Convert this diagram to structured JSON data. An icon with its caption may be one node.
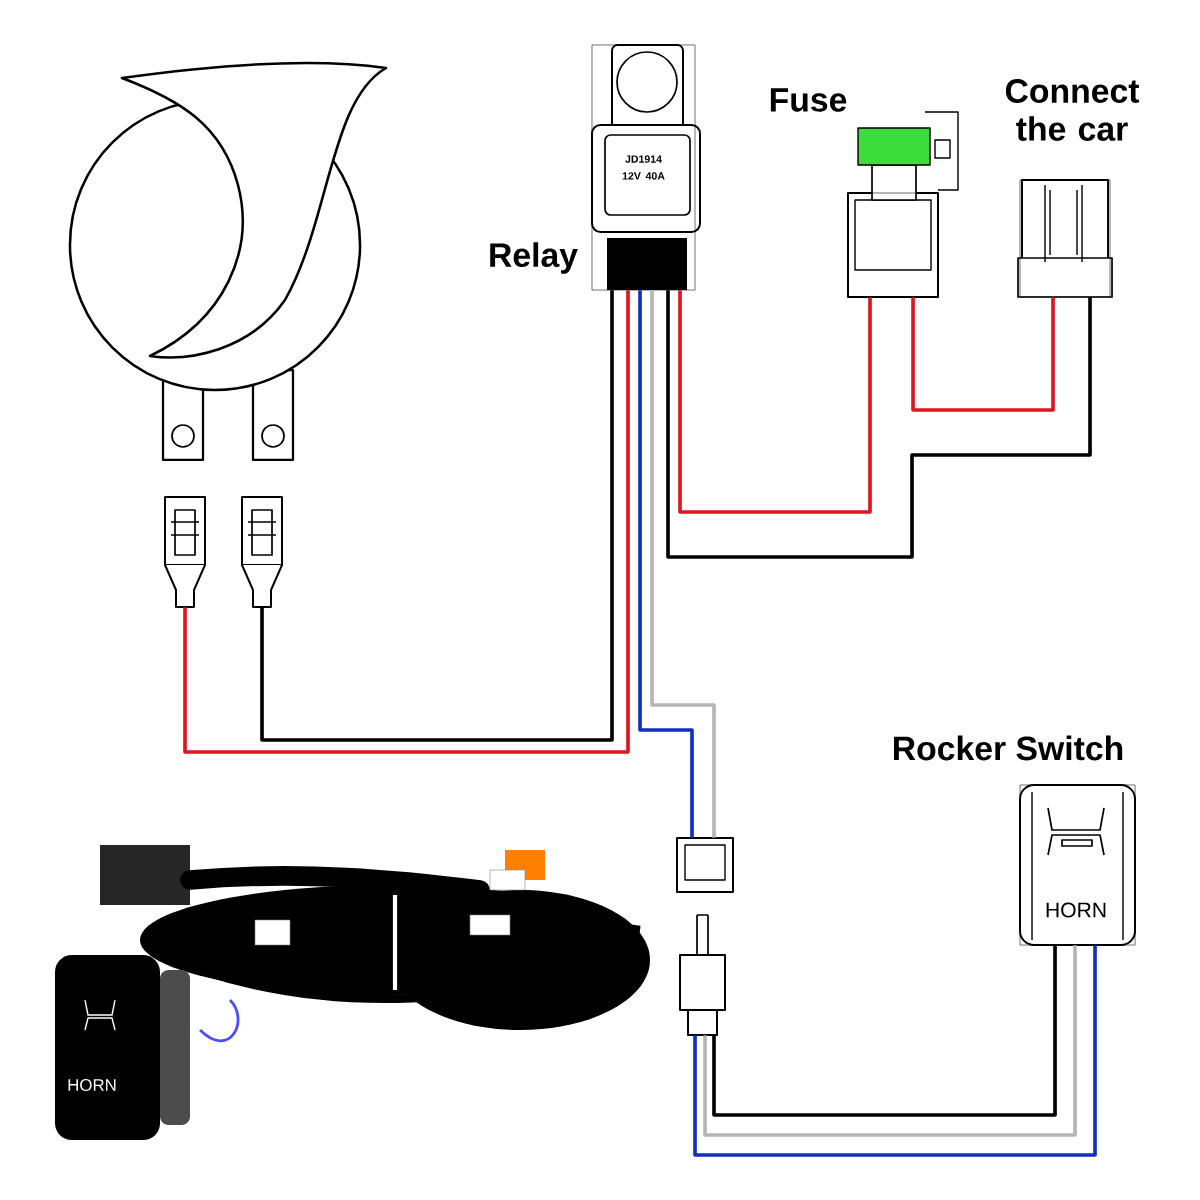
{
  "diagram": {
    "nodes": [
      {
        "text": [],
        "shape": "circle"
      },
      {
        "text": [],
        "shape": "picture"
      },
      {
        "text": [],
        "shape": "picture"
      },
      {
        "text": [
          "Relay",
          "JD1914 12V 40A"
        ]
      },
      {
        "text": [
          "Fuse"
        ]
      },
      {
        "text": [
          "Connect the car"
        ]
      },
      {
        "text": [],
        "shape": "picture"
      },
      {
        "text": [],
        "shape": "picture"
      },
      {
        "text": [
          "Rocker Switch",
          "HORN"
        ]
      }
    ],
    "edges": [
      {
        "from": 1,
        "to": 3,
        "arrow": "none",
        "color": "#e0141e"
      },
      {
        "from": 2,
        "to": 3,
        "arrow": "none",
        "color": "#000000"
      },
      {
        "from": 3,
        "to": 4,
        "arrow": "none",
        "color": "#e0141e"
      },
      {
        "from": 3,
        "to": 5,
        "arrow": "none",
        "color": "#000000"
      },
      {
        "from": 4,
        "to": 5,
        "arrow": "none",
        "color": "#e0141e"
      },
      {
        "from": 3,
        "to": 6,
        "arrow": "none",
        "color": "#1030c0"
      },
      {
        "from": 3,
        "to": 6,
        "arrow": "none",
        "color": "#b5b5b5"
      },
      {
        "from": 7,
        "to": 8,
        "arrow": "none",
        "color": "#1030c0"
      },
      {
        "from": 7,
        "to": 8,
        "arrow": "none",
        "color": "#b5b5b5"
      },
      {
        "from": 7,
        "to": 8,
        "arrow": "none",
        "color": "#000000"
      }
    ],
    "labels": [
      "HORN"
    ]
  }
}
